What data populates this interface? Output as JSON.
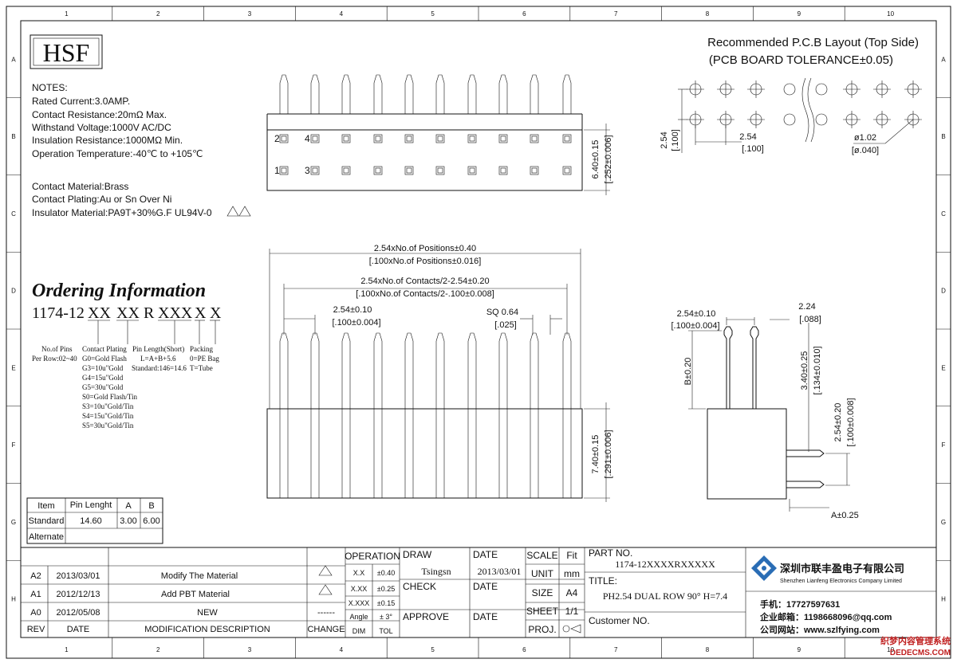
{
  "border": {
    "columns": [
      "1",
      "2",
      "3",
      "4",
      "5",
      "6",
      "7",
      "8",
      "9",
      "10"
    ],
    "rows": [
      "A",
      "B",
      "C",
      "D",
      "E",
      "F",
      "G",
      "H"
    ]
  },
  "logo": "HSF",
  "notes": {
    "heading": "NOTES:",
    "lines": [
      "Rated Current:3.0AMP.",
      "Contact Resistance:20mΩ Max.",
      "Withstand Voltage:1000V AC/DC",
      "Insulation Resistance:1000MΩ Min.",
      "Operation Temperature:-40℃ to +105℃"
    ],
    "material_lines": [
      "Contact Material:Brass",
      "Contact Plating:Au or Sn Over Ni",
      "Insulator Material:PA9T+30%G.F UL94V-0"
    ]
  },
  "ordering": {
    "title": "Ordering Information",
    "code_prefix": "1174-12",
    "code_parts": [
      "XX",
      "XX",
      "R",
      "XXX",
      "X",
      "X"
    ],
    "legend": {
      "pins": [
        "No.of Pins",
        "Per Row:02~40"
      ],
      "plating": [
        "Contact Plating",
        "G0=Gold Flash",
        "G3=10u\"Gold",
        "G4=15u\"Gold",
        "G5=30u\"Gold",
        "S0=Gold Flash/Tin",
        "S3=10u\"Gold/Tin",
        "S4=15u\"Gold/Tin",
        "S5=30u\"Gold/Tin"
      ],
      "length": [
        "Pin Length(Short)",
        "L=A+B+5.6",
        "Standard:146=14.6"
      ],
      "packing": [
        "Packing",
        "0=PE Bag",
        "T=Tube"
      ]
    }
  },
  "pin_table": {
    "headers": [
      "Item",
      "Pin Lenght",
      "A",
      "B"
    ],
    "rows": [
      [
        "Standard",
        "14.60",
        "3.00",
        "6.00"
      ],
      [
        "Alternate",
        "",
        "",
        ""
      ]
    ]
  },
  "pcb": {
    "title": "Recommended P.C.B Layout (Top Side)",
    "subtitle": "(PCB BOARD TOLERANCE±0.05)",
    "dim_v": [
      "2.54",
      "[.100]"
    ],
    "dim_h": [
      "2.54",
      "[.100]"
    ],
    "dim_hole": [
      "ø1.02",
      "[ø.040]"
    ]
  },
  "top_view": {
    "pin_numbers": [
      "2",
      "4",
      "1",
      "3"
    ],
    "dim": [
      "6.40±0.15",
      "[.252±0.006]"
    ]
  },
  "front_view": {
    "dim_total": [
      "2.54xNo.of Positions±0.40",
      "[.100xNo.of Positions±0.016]"
    ],
    "dim_contacts": [
      "2.54xNo.of Contacts/2-2.54±0.20",
      "[.100xNo.of Contacts/2-.100±0.008]"
    ],
    "dim_pitch": [
      "2.54±0.10",
      "[.100±0.004]"
    ],
    "dim_sq": [
      "SQ 0.64",
      "[.025]"
    ],
    "dim_height": [
      "7.40±0.15",
      "[.291±0.006]"
    ]
  },
  "side_view": {
    "dim_pitch": [
      "2.54±0.10",
      "[.100±0.004]"
    ],
    "dim_224": [
      "2.24",
      "[.088]"
    ],
    "dim_b": "B±0.20",
    "dim_340": [
      "3.40±0.25",
      "[.134±0.010]"
    ],
    "dim_254": [
      "2.54±0.20",
      "[.100±0.008]"
    ],
    "dim_a": "A±0.25"
  },
  "title_block": {
    "revisions": [
      {
        "rev": "A2",
        "date": "2013/03/01",
        "desc": "Modify The Material"
      },
      {
        "rev": "A1",
        "date": "2012/12/13",
        "desc": "Add PBT Material"
      },
      {
        "rev": "A0",
        "date": "2012/05/08",
        "desc": "NEW"
      }
    ],
    "rev_header": [
      "REV",
      "DATE",
      "MODIFICATION  DESCRIPTION",
      "CHANGE"
    ],
    "change_dashes": "------",
    "operation": "OPERATION",
    "tolerances": [
      [
        "X.X",
        "±0.40"
      ],
      [
        "X.XX",
        "±0.25"
      ],
      [
        "X.XXX",
        "±0.15"
      ],
      [
        "Angle",
        "± 3°"
      ]
    ],
    "dim_tol": [
      "DIM",
      "TOL"
    ],
    "draw": "DRAW",
    "drawer": "Tsingsn",
    "check": "CHECK",
    "approve": "APPROVE",
    "date_label": "DATE",
    "date_value": "2013/03/01",
    "scale": "SCALE",
    "fit": "Fit",
    "unit": "UNIT",
    "unit_value": "mm",
    "size": "SIZE",
    "size_value": "A4",
    "sheet": "SHEET",
    "sheet_value": "1/1",
    "proj": "PROJ.",
    "part_no_label": "PART NO.",
    "part_no": "1174-12XXXXRXXXXX",
    "title_label": "TITLE:",
    "title": "PH2.54 DUAL ROW 90° H=7.4",
    "customer": "Customer NO.",
    "company_cn": "深圳市联丰盈电子有限公司",
    "company_en": "Shenzhen Lianfeng Electronics Company Limited",
    "phone": "手机：17727597631",
    "email": "企业邮箱：1198668096@qq.com",
    "website": "公司网站：www.szlfying.com"
  },
  "watermark": [
    "织梦内容管理系统",
    "DEDECMS.COM"
  ]
}
